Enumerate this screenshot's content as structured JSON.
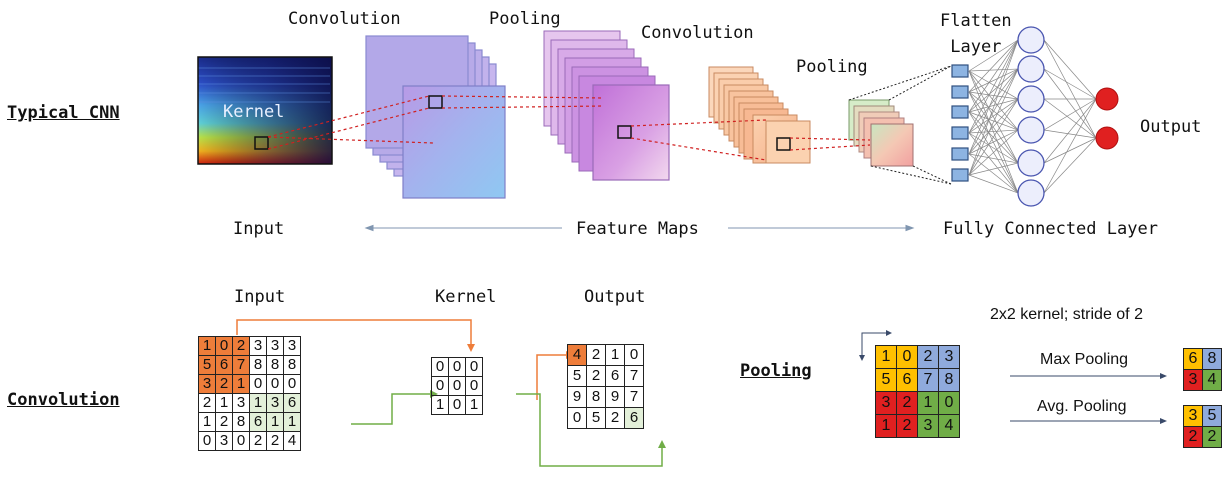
{
  "colors": {
    "orange": "#ee7d3a",
    "green_light": "#e3f0d9",
    "arrow_orange": "#ee7d3a",
    "arrow_green": "#70ad47",
    "red": "#e02020",
    "yellow": "#ffc000",
    "blue": "#8faadc",
    "green": "#70ad47"
  },
  "cnn": {
    "section_label": "Typical CNN",
    "labels": {
      "conv1": "Convolution",
      "pool1": "Pooling",
      "conv2": "Convolution",
      "pool2": "Pooling",
      "flatten": "Flatten\nLayer",
      "kernel": "Kernel",
      "output": "Output"
    },
    "bottom_labels": {
      "input": "Input",
      "feature_maps": "Feature Maps",
      "fc": "Fully Connected Layer"
    }
  },
  "convolution": {
    "section_label": "Convolution",
    "titles": {
      "input": "Input",
      "kernel": "Kernel",
      "output": "Output"
    },
    "input_matrix": [
      [
        1,
        0,
        2,
        3,
        3,
        3
      ],
      [
        5,
        6,
        7,
        8,
        8,
        8
      ],
      [
        3,
        2,
        1,
        0,
        0,
        0
      ],
      [
        2,
        1,
        3,
        1,
        3,
        6
      ],
      [
        1,
        2,
        8,
        6,
        1,
        1
      ],
      [
        0,
        3,
        0,
        2,
        2,
        4
      ]
    ],
    "kernel_matrix": [
      [
        0,
        0,
        0
      ],
      [
        0,
        0,
        0
      ],
      [
        1,
        0,
        1
      ]
    ],
    "output_matrix": [
      [
        4,
        2,
        1,
        0
      ],
      [
        5,
        2,
        6,
        7
      ],
      [
        9,
        8,
        9,
        7
      ],
      [
        0,
        5,
        2,
        6
      ]
    ]
  },
  "pooling": {
    "section_label": "Pooling",
    "caption": "2x2 kernel; stride of 2",
    "input_matrix": [
      [
        1,
        0,
        2,
        3
      ],
      [
        5,
        6,
        7,
        8
      ],
      [
        3,
        2,
        1,
        0
      ],
      [
        1,
        2,
        3,
        4
      ]
    ],
    "max_label": "Max Pooling",
    "avg_label": "Avg. Pooling",
    "max_output": [
      [
        6,
        8
      ],
      [
        3,
        4
      ]
    ],
    "avg_output": [
      [
        3,
        5
      ],
      [
        2,
        2
      ]
    ]
  }
}
